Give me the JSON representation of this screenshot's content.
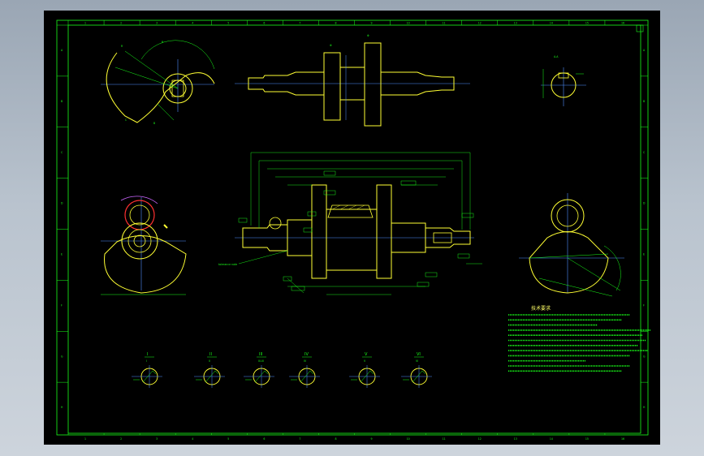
{
  "drawing": {
    "description_visible": false,
    "colors": {
      "background": "#000000",
      "frame": "#19ff19",
      "part_outline": "#ffff33",
      "center_line": "#4f8fff",
      "dimension": "#19ff19",
      "section_fill": "#ff3030",
      "viewport": "#b9c3ce"
    },
    "border_numbers_top": [
      "1",
      "2",
      "3",
      "4",
      "5",
      "6",
      "7",
      "8",
      "9",
      "10",
      "11",
      "12",
      "13",
      "14",
      "15",
      "16"
    ],
    "border_letters_left": [
      "A",
      "B",
      "C",
      "D",
      "E",
      "F",
      "G",
      "H"
    ],
    "section_labels": [
      "I",
      "II",
      "III",
      "IV",
      "V",
      "VI"
    ],
    "section_sublabels": [
      "I",
      "II",
      "III-III",
      "IV",
      "V",
      "VI"
    ],
    "technical_notes_title": "技术要求"
  }
}
